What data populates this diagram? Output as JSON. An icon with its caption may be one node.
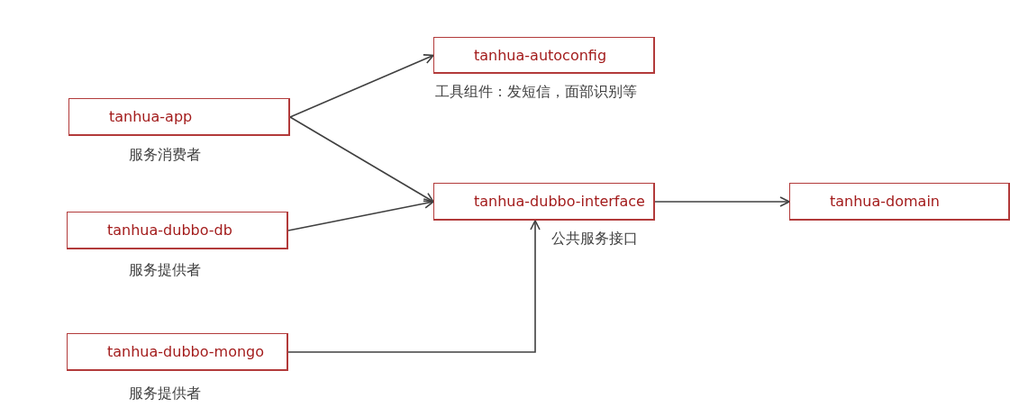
{
  "diagram": {
    "nodes": [
      {
        "text": [
          "tanhua-app"
        ],
        "beside": [
          "服务消费者"
        ]
      },
      {
        "text": [
          "tanhua-autoconfig"
        ],
        "beside": [
          "工具组件：发短信，面部识别等"
        ]
      },
      {
        "text": [
          "tanhua-dubbo-db"
        ],
        "beside": [
          "服务提供者"
        ]
      },
      {
        "text": [
          "tanhua-dubbo-interface"
        ],
        "beside": [
          "公共服务接口"
        ]
      },
      {
        "text": [
          "tanhua-dubbo-mongo"
        ],
        "beside": [
          "服务提供者"
        ]
      },
      {
        "text": [
          "tanhua-domain"
        ]
      }
    ],
    "edges": [
      {
        "from": 0,
        "to": 1,
        "arrow": "to"
      },
      {
        "from": 0,
        "to": 3,
        "arrow": "to"
      },
      {
        "from": 2,
        "to": 3,
        "arrow": "to"
      },
      {
        "from": 4,
        "to": 3,
        "arrow": "to"
      },
      {
        "from": 3,
        "to": 5,
        "arrow": "to"
      }
    ]
  }
}
